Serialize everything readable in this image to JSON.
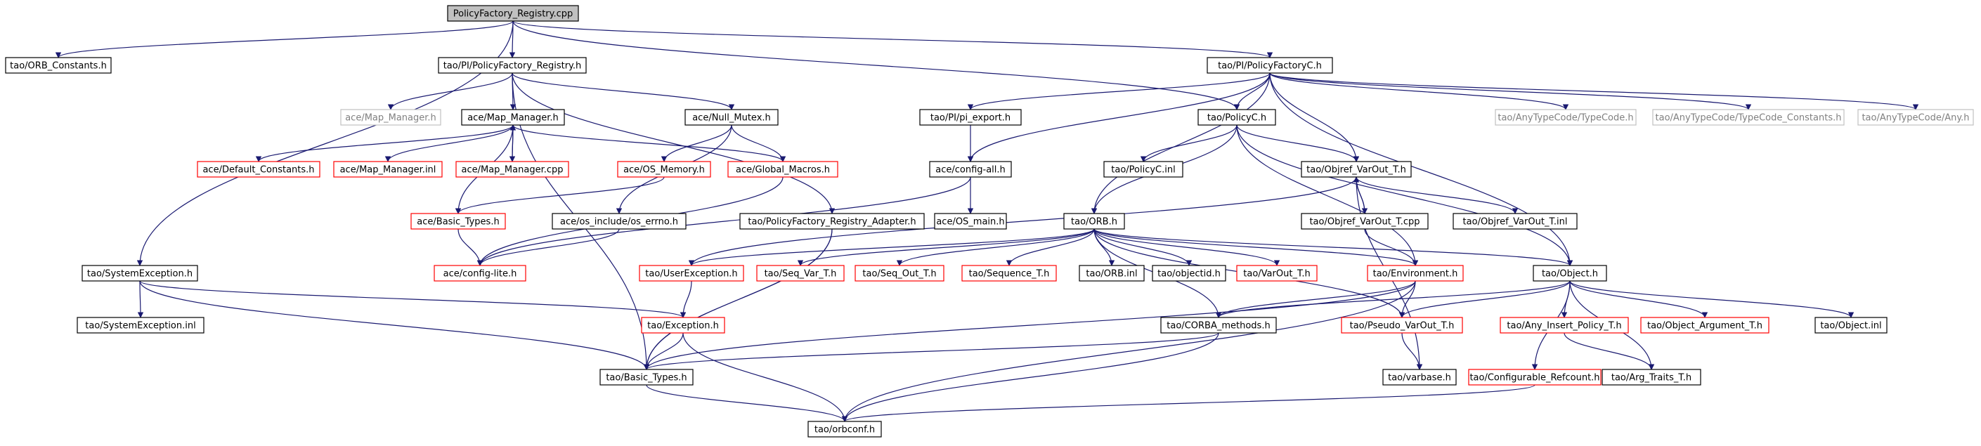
{
  "colors": {
    "edge": "#191970",
    "root_fill": "#c0c0c0",
    "normal_stroke": "#000000",
    "red_stroke": "#ff0000",
    "gray_stroke": "#c0c0c0",
    "gray_text": "#808080"
  },
  "nodes": [
    {
      "id": "root",
      "label": "PolicyFactory_Registry.cpp",
      "style": "root"
    },
    {
      "id": "orb_constants",
      "label": "tao/ORB_Constants.h",
      "style": "normal"
    },
    {
      "id": "pf_registry_h",
      "label": "tao/PI/PolicyFactory_Registry.h",
      "style": "normal"
    },
    {
      "id": "policyfactoryc",
      "label": "tao/PI/PolicyFactoryC.h",
      "style": "normal"
    },
    {
      "id": "ace_map_manager_gray",
      "label": "ace/Map_Manager.h",
      "style": "gray"
    },
    {
      "id": "ace_map_manager",
      "label": "ace/Map_Manager.h",
      "style": "normal"
    },
    {
      "id": "ace_null_mutex",
      "label": "ace/Null_Mutex.h",
      "style": "normal"
    },
    {
      "id": "pi_export",
      "label": "tao/PI/pi_export.h",
      "style": "normal"
    },
    {
      "id": "policyc",
      "label": "tao/PolicyC.h",
      "style": "normal"
    },
    {
      "id": "anytypecode",
      "label": "tao/AnyTypeCode/TypeCode.h",
      "style": "gray"
    },
    {
      "id": "typecode_constants",
      "label": "tao/AnyTypeCode/TypeCode_Constants.h",
      "style": "gray"
    },
    {
      "id": "any_h",
      "label": "tao/AnyTypeCode/Any.h",
      "style": "gray"
    },
    {
      "id": "default_constants",
      "label": "ace/Default_Constants.h",
      "style": "red"
    },
    {
      "id": "map_manager_inl",
      "label": "ace/Map_Manager.inl",
      "style": "red"
    },
    {
      "id": "map_manager_cpp",
      "label": "ace/Map_Manager.cpp",
      "style": "red"
    },
    {
      "id": "os_memory",
      "label": "ace/OS_Memory.h",
      "style": "red"
    },
    {
      "id": "global_macros",
      "label": "ace/Global_Macros.h",
      "style": "red"
    },
    {
      "id": "config_all",
      "label": "ace/config-all.h",
      "style": "normal"
    },
    {
      "id": "policyc_inl",
      "label": "tao/PolicyC.inl",
      "style": "normal"
    },
    {
      "id": "objref_varout",
      "label": "tao/Objref_VarOut_T.h",
      "style": "normal"
    },
    {
      "id": "basic_types_ace",
      "label": "ace/Basic_Types.h",
      "style": "red"
    },
    {
      "id": "os_errno",
      "label": "ace/os_include/os_errno.h",
      "style": "normal"
    },
    {
      "id": "pf_registry_adapter",
      "label": "tao/PolicyFactory_Registry_Adapter.h",
      "style": "normal"
    },
    {
      "id": "os_main",
      "label": "ace/OS_main.h",
      "style": "normal"
    },
    {
      "id": "orb_h",
      "label": "tao/ORB.h",
      "style": "normal"
    },
    {
      "id": "objref_varout_cpp",
      "label": "tao/Objref_VarOut_T.cpp",
      "style": "normal"
    },
    {
      "id": "objref_varout_inl",
      "label": "tao/Objref_VarOut_T.inl",
      "style": "normal"
    },
    {
      "id": "config_lite",
      "label": "ace/config-lite.h",
      "style": "red"
    },
    {
      "id": "system_exception",
      "label": "tao/SystemException.h",
      "style": "normal"
    },
    {
      "id": "user_exception",
      "label": "tao/UserException.h",
      "style": "red"
    },
    {
      "id": "seq_var",
      "label": "tao/Seq_Var_T.h",
      "style": "red"
    },
    {
      "id": "seq_out",
      "label": "tao/Seq_Out_T.h",
      "style": "red"
    },
    {
      "id": "sequence_t",
      "label": "tao/Sequence_T.h",
      "style": "red"
    },
    {
      "id": "orb_inl",
      "label": "tao/ORB.inl",
      "style": "normal"
    },
    {
      "id": "objectid",
      "label": "tao/objectid.h",
      "style": "normal"
    },
    {
      "id": "varout_t",
      "label": "tao/VarOut_T.h",
      "style": "red"
    },
    {
      "id": "environment",
      "label": "tao/Environment.h",
      "style": "red"
    },
    {
      "id": "object_h",
      "label": "tao/Object.h",
      "style": "normal"
    },
    {
      "id": "system_exception_inl",
      "label": "tao/SystemException.inl",
      "style": "normal"
    },
    {
      "id": "exception_h",
      "label": "tao/Exception.h",
      "style": "red"
    },
    {
      "id": "corba_methods",
      "label": "tao/CORBA_methods.h",
      "style": "normal"
    },
    {
      "id": "pseudo_varout",
      "label": "tao/Pseudo_VarOut_T.h",
      "style": "red"
    },
    {
      "id": "any_insert_policy",
      "label": "tao/Any_Insert_Policy_T.h",
      "style": "red"
    },
    {
      "id": "object_argument",
      "label": "tao/Object_Argument_T.h",
      "style": "red"
    },
    {
      "id": "object_inl",
      "label": "tao/Object.inl",
      "style": "normal"
    },
    {
      "id": "basic_types_tao",
      "label": "tao/Basic_Types.h",
      "style": "normal"
    },
    {
      "id": "varbase",
      "label": "tao/varbase.h",
      "style": "normal"
    },
    {
      "id": "configurable_refcount",
      "label": "tao/Configurable_Refcount.h",
      "style": "red"
    },
    {
      "id": "arg_traits",
      "label": "tao/Arg_Traits_T.h",
      "style": "normal"
    },
    {
      "id": "orbconf",
      "label": "tao/orbconf.h",
      "style": "normal"
    }
  ],
  "edges": [
    [
      "root",
      "orb_constants"
    ],
    [
      "root",
      "pf_registry_h"
    ],
    [
      "root",
      "policyfactoryc"
    ],
    [
      "root",
      "system_exception"
    ],
    [
      "root",
      "policyc"
    ],
    [
      "pf_registry_h",
      "ace_map_manager_gray"
    ],
    [
      "pf_registry_h",
      "ace_map_manager"
    ],
    [
      "pf_registry_h",
      "ace_null_mutex"
    ],
    [
      "pf_registry_h",
      "pf_registry_adapter"
    ],
    [
      "pf_registry_h",
      "basic_types_tao"
    ],
    [
      "policyfactoryc",
      "pi_export"
    ],
    [
      "policyfactoryc",
      "policyc"
    ],
    [
      "policyfactoryc",
      "anytypecode"
    ],
    [
      "policyfactoryc",
      "typecode_constants"
    ],
    [
      "policyfactoryc",
      "any_h"
    ],
    [
      "policyfactoryc",
      "config_all"
    ],
    [
      "policyfactoryc",
      "objref_varout"
    ],
    [
      "policyfactoryc",
      "orb_h"
    ],
    [
      "policyfactoryc",
      "object_h"
    ],
    [
      "ace_map_manager",
      "default_constants"
    ],
    [
      "ace_map_manager",
      "map_manager_inl"
    ],
    [
      "ace_map_manager",
      "map_manager_cpp"
    ],
    [
      "ace_map_manager",
      "global_macros"
    ],
    [
      "ace_map_manager",
      "basic_types_ace"
    ],
    [
      "map_manager_cpp",
      "ace_map_manager"
    ],
    [
      "ace_null_mutex",
      "os_memory"
    ],
    [
      "ace_null_mutex",
      "global_macros"
    ],
    [
      "ace_null_mutex",
      "os_errno"
    ],
    [
      "pi_export",
      "config_all"
    ],
    [
      "policyc",
      "policyc_inl"
    ],
    [
      "policyc",
      "objref_varout"
    ],
    [
      "policyc",
      "orb_h"
    ],
    [
      "policyc",
      "environment"
    ],
    [
      "policyc",
      "object_h"
    ],
    [
      "global_macros",
      "config_lite"
    ],
    [
      "os_memory",
      "basic_types_ace"
    ],
    [
      "config_all",
      "config_lite"
    ],
    [
      "config_all",
      "os_main"
    ],
    [
      "objref_varout",
      "objref_varout_cpp"
    ],
    [
      "objref_varout",
      "objref_varout_inl"
    ],
    [
      "objref_varout",
      "user_exception"
    ],
    [
      "objref_varout",
      "varbase"
    ],
    [
      "objref_varout_cpp",
      "objref_varout"
    ],
    [
      "objref_varout_cpp",
      "environment"
    ],
    [
      "basic_types_ace",
      "config_lite"
    ],
    [
      "os_errno",
      "config_lite"
    ],
    [
      "pf_registry_adapter",
      "basic_types_tao"
    ],
    [
      "orb_h",
      "user_exception"
    ],
    [
      "orb_h",
      "seq_var"
    ],
    [
      "orb_h",
      "seq_out"
    ],
    [
      "orb_h",
      "sequence_t"
    ],
    [
      "orb_h",
      "orb_inl"
    ],
    [
      "orb_h",
      "objectid"
    ],
    [
      "orb_h",
      "varout_t"
    ],
    [
      "orb_h",
      "environment"
    ],
    [
      "orb_h",
      "object_h"
    ],
    [
      "orb_h",
      "corba_methods"
    ],
    [
      "orb_h",
      "pseudo_varout"
    ],
    [
      "system_exception",
      "system_exception_inl"
    ],
    [
      "system_exception",
      "exception_h"
    ],
    [
      "system_exception",
      "basic_types_tao"
    ],
    [
      "user_exception",
      "exception_h"
    ],
    [
      "environment",
      "corba_methods"
    ],
    [
      "environment",
      "pseudo_varout"
    ],
    [
      "environment",
      "basic_types_tao"
    ],
    [
      "environment",
      "orbconf"
    ],
    [
      "object_h",
      "corba_methods"
    ],
    [
      "object_h",
      "pseudo_varout"
    ],
    [
      "object_h",
      "any_insert_policy"
    ],
    [
      "object_h",
      "object_argument"
    ],
    [
      "object_h",
      "object_inl"
    ],
    [
      "object_h",
      "arg_traits"
    ],
    [
      "object_h",
      "configurable_refcount"
    ],
    [
      "exception_h",
      "basic_types_tao"
    ],
    [
      "exception_h",
      "orbconf"
    ],
    [
      "corba_methods",
      "basic_types_tao"
    ],
    [
      "corba_methods",
      "orbconf"
    ],
    [
      "pseudo_varout",
      "varbase"
    ],
    [
      "any_insert_policy",
      "arg_traits"
    ],
    [
      "basic_types_tao",
      "orbconf"
    ],
    [
      "configurable_refcount",
      "orbconf"
    ],
    [
      "pf_registry_adapter",
      "basic_types_tao"
    ]
  ]
}
